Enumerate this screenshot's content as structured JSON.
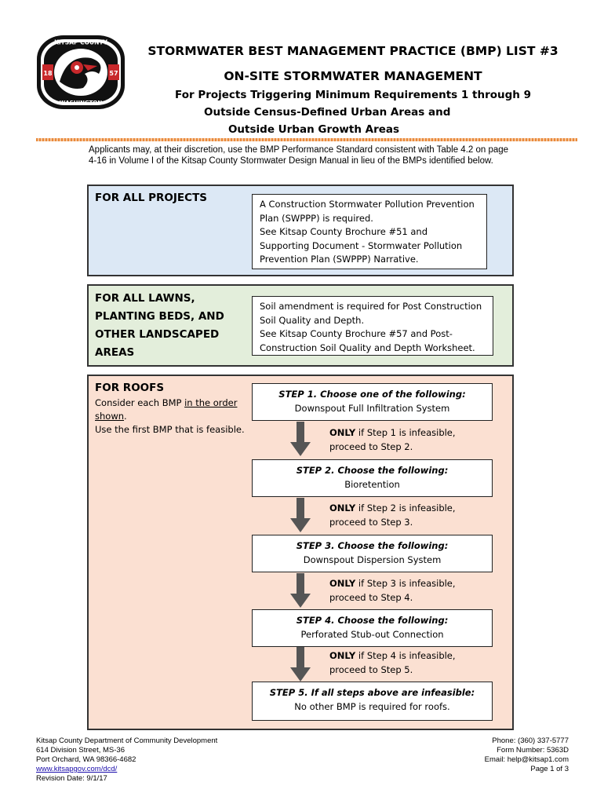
{
  "logo": {
    "top_text": "KITSAP COUNTY",
    "bottom_text": "WASHINGTON",
    "left_num": "18",
    "right_num": "57"
  },
  "header": {
    "title_line1": "STORMWATER BEST MANAGEMENT PRACTICE (BMP) LIST #3",
    "title_line2": "ON-SITE STORMWATER MANAGEMENT",
    "sub_line1": "For Projects Triggering Minimum Requirements 1 through 9",
    "sub_line2": "Outside Census-Defined Urban Areas and",
    "sub_line3": "Outside Urban Growth Areas"
  },
  "intro": "Applicants may, at their discretion, use the BMP Performance Standard consistent with Table 4.2 on page 4-16 in Volume I of the Kitsap County Stormwater Design Manual in lieu of the BMPs identified below.",
  "all_projects": {
    "title": "FOR ALL PROJECTS",
    "box_line1": "A Construction Stormwater Pollution Prevention Plan (SWPPP) is required.",
    "box_line2": "See Kitsap County Brochure #51 and Supporting Document - Stormwater Pollution Prevention Plan (SWPPP) Narrative."
  },
  "lawns": {
    "title": "FOR ALL LAWNS, PLANTING BEDS, AND OTHER LANDSCAPED AREAS",
    "box_line1": "Soil amendment is required for Post Construction Soil Quality and Depth.",
    "box_line2": "See Kitsap County Brochure #57 and Post-Construction Soil Quality and Depth Worksheet."
  },
  "roofs": {
    "title": "FOR ROOFS",
    "note_a": "Consider each BMP ",
    "note_b": "in the order shown",
    "note_c": ".",
    "note_d": "Use the first BMP that is feasible.",
    "steps": [
      {
        "head": "STEP 1. Choose one of the following:",
        "body": "Downspout Full Infiltration System"
      },
      {
        "head": "STEP 2. Choose the following:",
        "body": "Bioretention"
      },
      {
        "head": "STEP 3. Choose the following:",
        "body": "Downspout Dispersion System"
      },
      {
        "head": "STEP 4. Choose the following:",
        "body": "Perforated Stub-out Connection"
      },
      {
        "head": "STEP 5. If all steps above are infeasible:",
        "body": "No other BMP is required for roofs."
      }
    ],
    "transitions": [
      {
        "only": "ONLY",
        "rest": " if Step 1 is infeasible,",
        "next": "proceed to Step 2."
      },
      {
        "only": "ONLY",
        "rest": " if Step 2 is infeasible,",
        "next": "proceed to Step 3."
      },
      {
        "only": "ONLY",
        "rest": " if Step 3 is infeasible,",
        "next": "proceed to Step 4."
      },
      {
        "only": "ONLY",
        "rest": " if Step 4 is infeasible,",
        "next": "proceed to Step 5."
      }
    ]
  },
  "footer": {
    "left": [
      "Kitsap County Department of Community Development",
      "614 Division Street, MS-36",
      "Port Orchard, WA   98366-4682"
    ],
    "link": "www.kitsapgov.com/dcd/",
    "revision": "Revision Date: 9/1/17",
    "right": [
      "Phone:  (360) 337-5777",
      "Form Number: 5363D",
      "Email: help@kitsap1.com",
      "Page 1 of 3"
    ]
  },
  "colors": {
    "all_projects_bg": "#dce8f5",
    "lawns_bg": "#e3eedb",
    "roofs_bg": "#fbe0d2",
    "rule": "#e8893a",
    "logo_red": "#c8282b"
  }
}
